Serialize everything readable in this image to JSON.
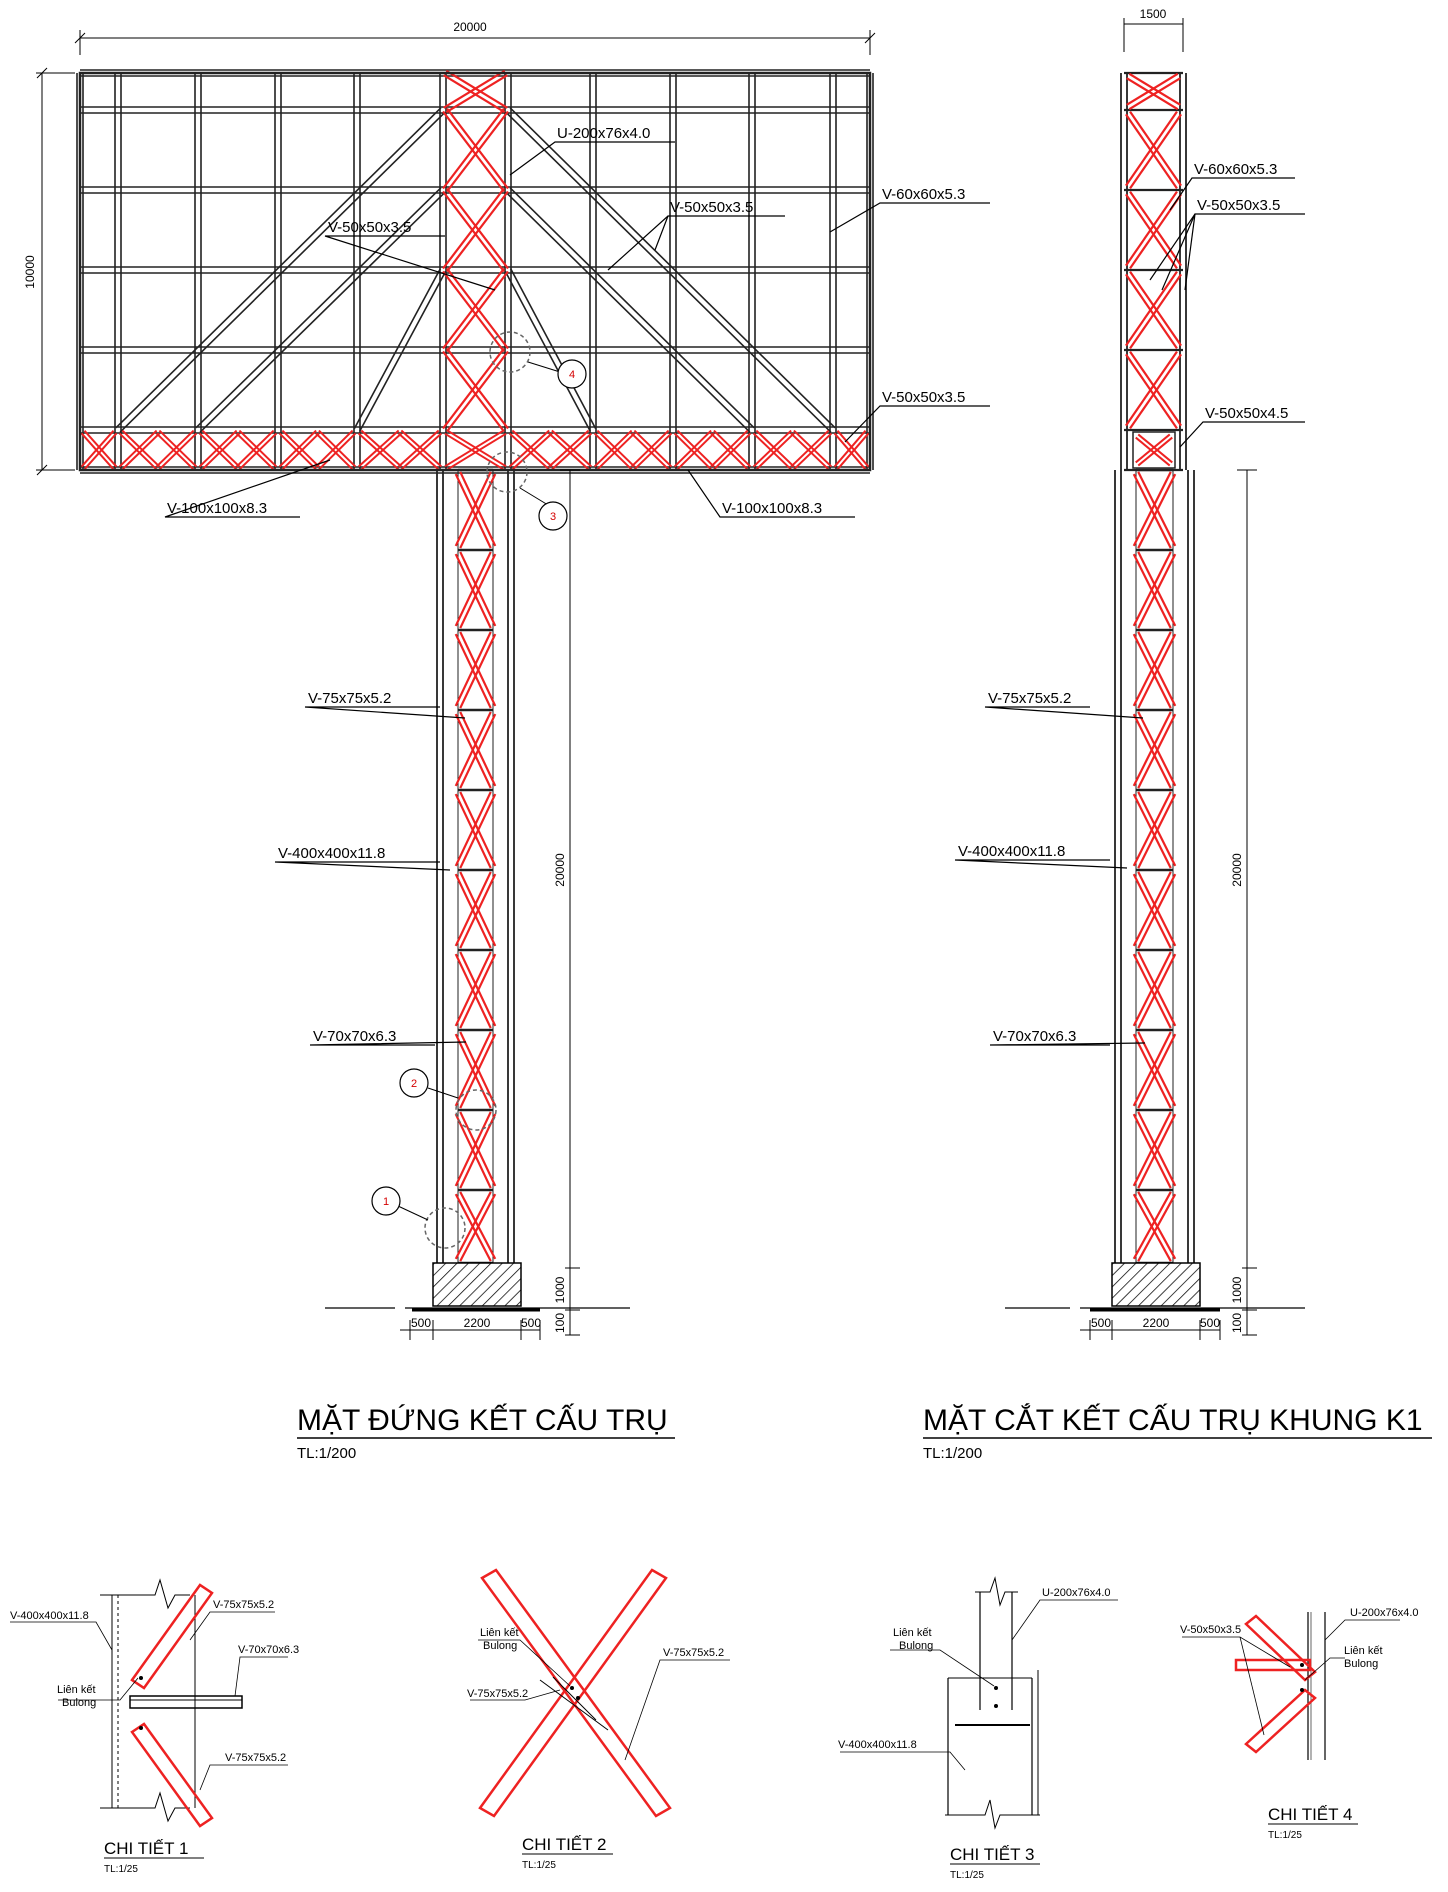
{
  "views": {
    "elevation": {
      "title": "MẶT ĐỨNG KẾT CẤU TRỤ",
      "scale": "TL:1/200"
    },
    "section": {
      "title": "MẶT CẮT KẾT CẤU TRỤ KHUNG K1",
      "scale": "TL:1/200"
    }
  },
  "elevation_labels": {
    "u200": "U-200x76x4.0",
    "v50_left": "V-50x50x3.5",
    "v50_mid": "V-50x50x3.5",
    "v60": "V-60x60x5.3",
    "v50_bottom": "V-50x50x3.5",
    "v100_left": "V-100x100x8.3",
    "v100_right": "V-100x100x8.3",
    "v75": "V-75x75x5.2",
    "v400": "V-400x400x11.8",
    "v70": "V-70x70x6.3"
  },
  "section_labels": {
    "v60": "V-60x60x5.3",
    "v50": "V-50x50x3.5",
    "v50_45": "V-50x50x4.5",
    "v75": "V-75x75x5.2",
    "v400": "V-400x400x11.8",
    "v70": "V-70x70x6.3"
  },
  "dimensions": {
    "board_width": "20000",
    "board_height": "10000",
    "column_height": "20000",
    "footing_height": "1000",
    "ground_offset": "100",
    "base_left": "500",
    "base_mid": "2200",
    "base_right": "500",
    "section_width": "1500"
  },
  "detail_markers": [
    "1",
    "2",
    "3",
    "4"
  ],
  "details": [
    {
      "title": "CHI TIẾT 1",
      "scale": "TL:1/25",
      "labels": {
        "column": "V-400x400x11.8",
        "brace_top": "V-75x75x5.2",
        "strut": "V-70x70x6.3",
        "conn1": "Liên kết",
        "conn2": "Bulong",
        "brace_bottom": "V-75x75x5.2"
      }
    },
    {
      "title": "CHI TIẾT 2",
      "scale": "TL:1/25",
      "labels": {
        "conn1": "Liên kết",
        "conn2": "Bulong",
        "brace_left": "V-75x75x5.2",
        "brace_right": "V-75x75x5.2"
      }
    },
    {
      "title": "CHI TIẾT 3",
      "scale": "TL:1/25",
      "labels": {
        "conn1": "Liên kết",
        "conn2": "Bulong",
        "channel": "U-200x76x4.0",
        "column": "V-400x400x11.8"
      }
    },
    {
      "title": "CHI TIẾT 4",
      "scale": "TL:1/25",
      "labels": {
        "channel": "U-200x76x4.0",
        "angle": "V-50x50x3.5",
        "conn1": "Liên kết",
        "conn2": "Bulong"
      }
    }
  ],
  "colors": {
    "steel": "#222222",
    "bracing": "#ee2222",
    "bolt_marker": "#d40000"
  }
}
